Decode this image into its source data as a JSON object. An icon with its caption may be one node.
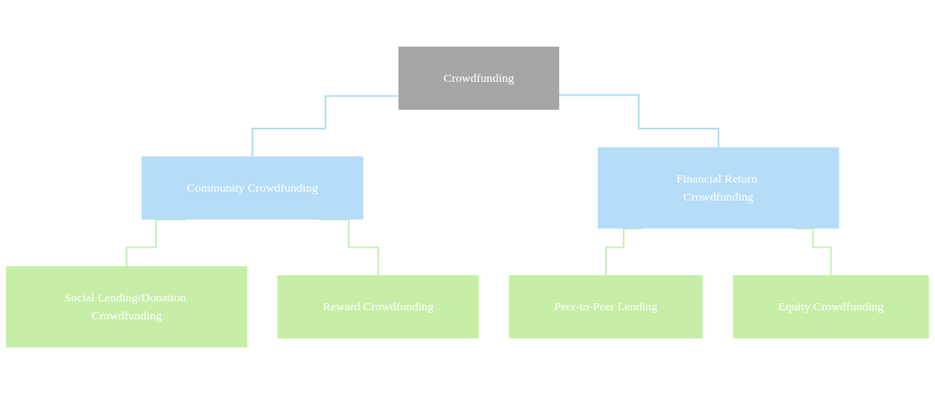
{
  "diagram": {
    "nodes": [
      {
        "text": [
          "Crowdfunding"
        ]
      },
      {
        "text": [
          "Community Crowdfunding"
        ]
      },
      {
        "text": [
          "Financial Return Crowdfunding"
        ]
      },
      {
        "text": [
          "Social Lending/Donation Crowdfunding"
        ]
      },
      {
        "text": [
          "Reward Crowdfunding"
        ]
      },
      {
        "text": [
          "Peer-to-Peer Lending"
        ]
      },
      {
        "text": [
          "Equity Crowdfunding"
        ]
      }
    ],
    "edges": [
      {
        "from": 0,
        "to": 1,
        "arrow": "none",
        "color": "#a8d8f0"
      },
      {
        "from": 0,
        "to": 2,
        "arrow": "none",
        "color": "#a8d8f0"
      },
      {
        "from": 1,
        "to": 3,
        "arrow": "none"
      },
      {
        "from": 1,
        "to": 4,
        "arrow": "none"
      },
      {
        "from": 2,
        "to": 5,
        "arrow": "none"
      },
      {
        "from": 2,
        "to": 6,
        "arrow": "none"
      }
    ]
  }
}
